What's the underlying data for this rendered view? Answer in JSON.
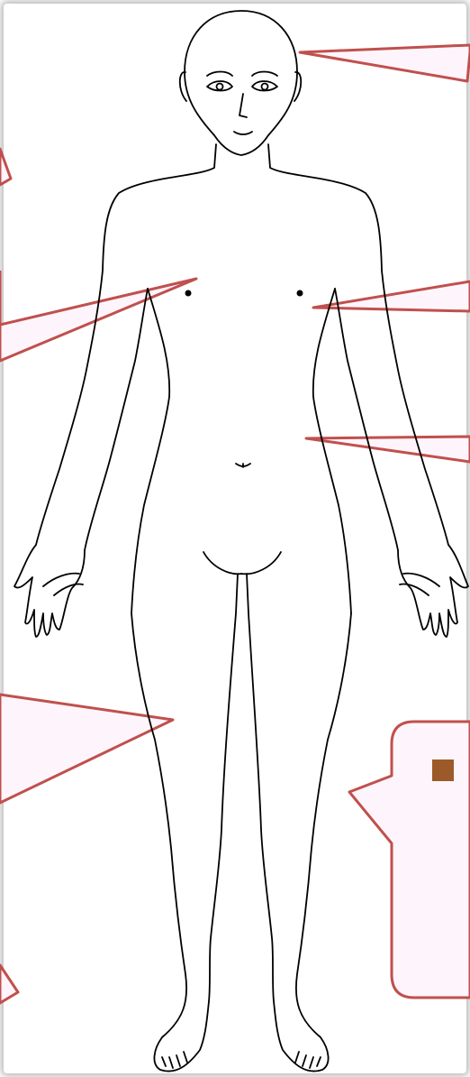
{
  "figure": {
    "subject": "human-body-front-view",
    "outline_color": "#000000",
    "background": "#ffffff"
  },
  "callouts": {
    "border_color": "#c0504d",
    "fill_color": "#fdf5fb",
    "items": [
      {
        "id": "head",
        "text": ""
      },
      {
        "id": "right-chest",
        "text": ""
      },
      {
        "id": "left-chest",
        "text": ""
      },
      {
        "id": "abdomen",
        "text": ""
      },
      {
        "id": "thigh",
        "text": ""
      },
      {
        "id": "lower-leg",
        "text": ""
      },
      {
        "id": "legend-box",
        "text": ""
      }
    ]
  },
  "legend": {
    "bullet_color": "#9c5a2a",
    "text": ""
  }
}
